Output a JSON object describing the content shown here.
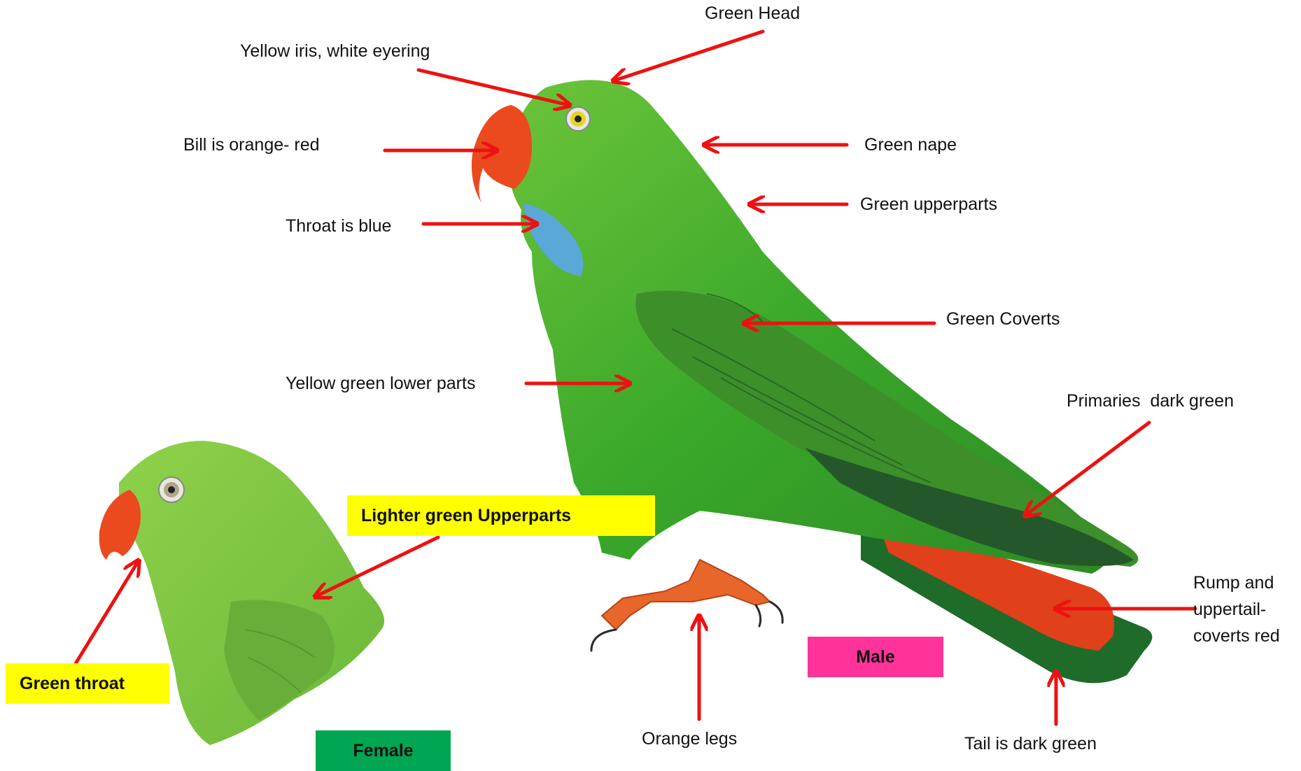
{
  "labels": {
    "green_head": "Green Head",
    "eye": "Yellow iris, white eyering",
    "bill": "Bill is orange- red",
    "nape": "Green nape",
    "upperparts": "Green upperparts",
    "throat": "Throat is blue",
    "coverts": "Green Coverts",
    "lower_parts": "Yellow green lower parts",
    "primaries": "Primaries  dark green",
    "rump_line1": "Rump and",
    "rump_line2": "uppertail-",
    "rump_line3": "coverts red",
    "legs": "Orange legs",
    "tail": "Tail is dark green"
  },
  "badges": {
    "male": "Male",
    "female": "Female",
    "female_upperparts": "Lighter green Upperparts",
    "female_throat": "Green throat"
  },
  "colors": {
    "arrow": "#ee1111",
    "male_badge": "#ff3399",
    "female_badge": "#00a651",
    "highlight": "#ffff00",
    "bird_green": "#4caf2a",
    "bill_orange": "#ea4a1e",
    "throat_blue": "#5aa8d8",
    "rump_red": "#e0401a"
  }
}
